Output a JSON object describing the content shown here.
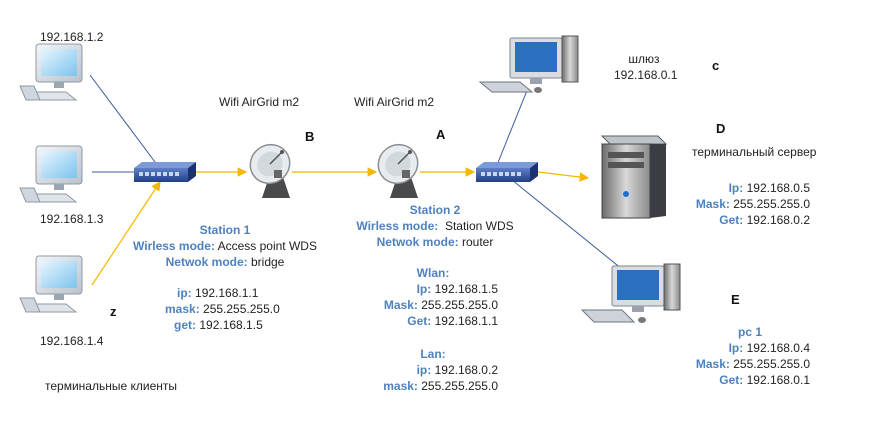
{
  "clients": {
    "ip1": "192.168.1.2",
    "ip2": "192.168.1.3",
    "ip3": "192.168.1.4",
    "caption": "терминальные клиенты",
    "letter": "z"
  },
  "ap_b": {
    "title": "Wifi AirGrid m2",
    "letter": "B"
  },
  "ap_a": {
    "title": "Wifi AirGrid m2",
    "letter": "A"
  },
  "gateway": {
    "label": "шлюз",
    "ip": "192.168.0.1",
    "letter": "c"
  },
  "server": {
    "letter": "D",
    "caption": "терминальный сервер",
    "ip_key": "Ip:",
    "ip": "192.168.0.5",
    "mask_key": "Mask:",
    "mask": "255.255.255.0",
    "get_key": "Get:",
    "get": "192.168.0.2"
  },
  "pc1": {
    "letter": "E",
    "title": "pc 1",
    "ip_key": "Ip:",
    "ip": "192.168.0.4",
    "mask_key": "Mask:",
    "mask": "255.255.255.0",
    "get_key": "Get:",
    "get": "192.168.0.1"
  },
  "station1": {
    "title": "Station 1",
    "mode_key": "Wirless mode:",
    "mode": "Access point WDS",
    "net_key": "Netwok mode:",
    "net": "bridge",
    "ip_key": "ip:",
    "ip": "192.168.1.1",
    "mask_key": "mask:",
    "mask": "255.255.255.0",
    "get_key": "get:",
    "get": "192.168.1.5"
  },
  "station2": {
    "title": "Station 2",
    "mode_key": "Wirless mode:",
    "mode": "Station WDS",
    "net_key": "Netwok mode:",
    "net": "router",
    "wlan_title": "Wlan:",
    "wlan_ip_key": "Ip:",
    "wlan_ip": "192.168.1.5",
    "wlan_mask_key": "Mask:",
    "wlan_mask": "255.255.255.0",
    "wlan_get_key": "Get:",
    "wlan_get": "192.168.1.1",
    "lan_title": "Lan:",
    "lan_ip_key": "ip:",
    "lan_ip": "192.168.0.2",
    "lan_mask_key": "mask:",
    "lan_mask": "255.255.255.0"
  },
  "colors": {
    "blue_line": "#3a5a9a",
    "yellow_line": "#f5b800",
    "key_text": "#4f81bd"
  }
}
